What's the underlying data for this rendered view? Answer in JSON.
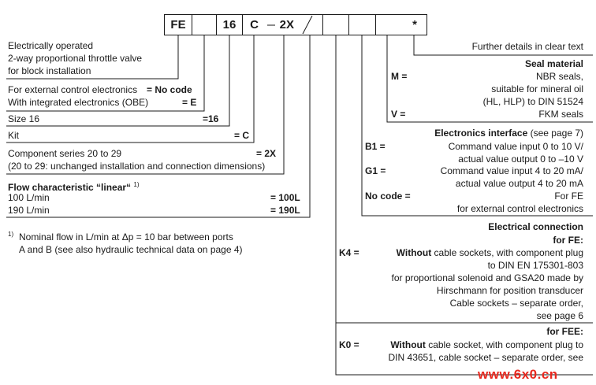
{
  "code_boxes": {
    "b1": "FE",
    "b2": "",
    "b3": "16",
    "b4": "C",
    "b5": "2X",
    "b6": "",
    "b7": "",
    "b8": "",
    "b9": "*"
  },
  "further_details": "Further details in clear text",
  "valve_description": [
    "Electrically operated",
    "2-way proportional throttle valve",
    "for block installation"
  ],
  "electronics_option": {
    "line1_label": "For external control electronics",
    "line1_code": "= No code",
    "line2_label": "With integrated electronics (OBE)",
    "line2_code": "= E"
  },
  "size": {
    "label": "Size 16",
    "code": "=16"
  },
  "kit": {
    "label": "Kit",
    "code": "= C"
  },
  "series": {
    "label": "Component series 20 to 29",
    "code": "= 2X",
    "note": "(20 to 29: unchanged installation and connection dimensions)"
  },
  "flow": {
    "title": "Flow characteristic “linear“",
    "sup": "1)",
    "rows": [
      {
        "label": "100 L/min",
        "code": "= 100L"
      },
      {
        "label": "190 L/min",
        "code": "= 190L"
      }
    ]
  },
  "footnote": {
    "mark": "1)",
    "line1": "Nominal flow in L/min at Δp = 10 bar between ports",
    "line2": "A and B (see also hydraulic technical data on page 4)"
  },
  "seal": {
    "title": "Seal material",
    "m_code": "M =",
    "m_lines": [
      "NBR seals,",
      "suitable for mineral oil",
      "(HL, HLP) to DIN 51524"
    ],
    "v_code": "V =",
    "v_line": "FKM seals"
  },
  "interface": {
    "title_bold": "Electronics interface",
    "title_rest": " (see page 7)",
    "b1_code": "B1 =",
    "b1_lines": [
      "Command value input 0 to 10 V/",
      "actual value output 0 to –10 V"
    ],
    "g1_code": "G1 =",
    "g1_lines": [
      "Command value input 4 to 20 mA/",
      "actual value output 4 to 20 mA"
    ],
    "nc_code": "No code =",
    "nc_lines": [
      "For FE",
      "for external control electronics"
    ]
  },
  "electrical": {
    "title": "Electrical connection",
    "fe_title": "for FE:",
    "k4_code": "K4 =",
    "k4_bold": "Without",
    "k4_rest": " cable sockets, with component plug",
    "k4_lines": [
      "to DIN EN 175301-803",
      "for proportional solenoid and GSA20 made by",
      "Hirschmann for position transducer",
      "Cable sockets – separate order,",
      "see page 6"
    ],
    "fee_title": "for FEE:",
    "k0_code": "K0 =",
    "k0_bold": "Without",
    "k0_rest": " cable socket, with component plug to",
    "k0_line2": "DIN 43651, cable socket – separate order, see"
  },
  "watermark": "www.6x0.cn",
  "colors": {
    "ink": "#1a1a1a",
    "watermark": "#e8281e"
  }
}
